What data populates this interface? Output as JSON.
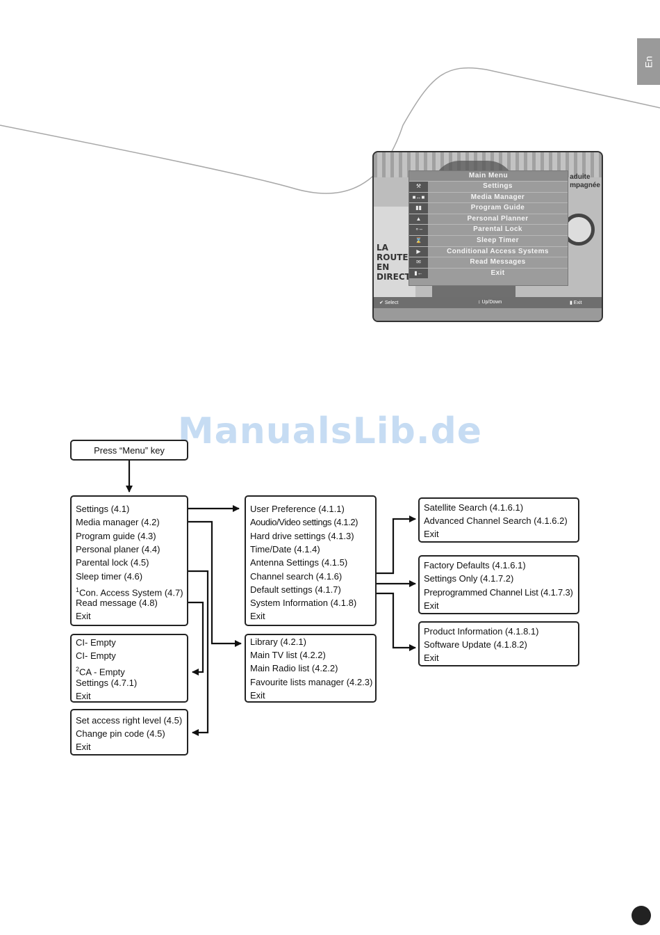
{
  "language_tab": "En",
  "watermark": "ManualsLib.de",
  "screenshot": {
    "menu_title": "Main Menu",
    "menu_items": [
      {
        "icon": "tools-icon",
        "label": "Settings"
      },
      {
        "icon": "media-icon",
        "label": "Media Manager"
      },
      {
        "icon": "guide-icon",
        "label": "Program Guide"
      },
      {
        "icon": "bell-icon",
        "label": "Personal Planner"
      },
      {
        "icon": "key-icon",
        "label": "Parental Lock"
      },
      {
        "icon": "hourglass-icon",
        "label": "Sleep Timer"
      },
      {
        "icon": "card-icon",
        "label": "Conditional Access Systems"
      },
      {
        "icon": "envelope-icon",
        "label": "Read Messages"
      },
      {
        "icon": "exit-icon",
        "label": "Exit"
      }
    ],
    "footer": {
      "select": "Select",
      "updown": "Up/Down",
      "exit": "Exit"
    },
    "bg_text_left": [
      "LA",
      "ROUTE",
      "EN",
      "DIRECT"
    ],
    "bg_text_right": [
      "aduite",
      "mpagnée"
    ]
  },
  "flowchart": {
    "start": "Press “Menu” key",
    "main_menu": [
      "Settings (4.1)",
      "Media manager (4.2)",
      "Program guide (4.3)",
      "Personal planer (4.4)",
      "Parental lock (4.5)",
      "Sleep timer (4.6)",
      "Con. Access System (4.7)",
      "Read message (4.8)",
      "Exit"
    ],
    "main_menu_sup": {
      "con_access": "1"
    },
    "ci_menu": [
      "CI- Empty",
      "CI- Empty",
      "CA - Empty",
      "Settings (4.7.1)",
      "Exit"
    ],
    "ci_menu_sup": {
      "ca": "2"
    },
    "lock_menu": [
      "Set access right level (4.5)",
      "Change pin code (4.5)",
      "Exit"
    ],
    "settings_menu": [
      "User Preference (4.1.1)",
      "Aoudio/Video settings (4.1.2)",
      "Hard drive settings (4.1.3)",
      "Time/Date (4.1.4)",
      "Antenna Settings (4.1.5)",
      "Channel search (4.1.6)",
      "Default settings (4.1.7)",
      "System Information (4.1.8)",
      "Exit"
    ],
    "media_menu": [
      "Library (4.2.1)",
      "Main TV list (4.2.2)",
      "Main Radio list (4.2.2)",
      "Favourite lists manager (4.2.3)",
      "Exit"
    ],
    "search_menu": [
      "Satellite Search (4.1.6.1)",
      "Advanced Channel Search (4.1.6.2)",
      "Exit"
    ],
    "defaults_menu": [
      "Factory Defaults (4.1.6.1)",
      "Settings Only (4.1.7.2)",
      "Preprogrammed Channel List (4.1.7.3)",
      "Exit"
    ],
    "sysinfo_menu": [
      "Product Information (4.1.8.1)",
      "Software Update (4.1.8.2)",
      "Exit"
    ]
  }
}
